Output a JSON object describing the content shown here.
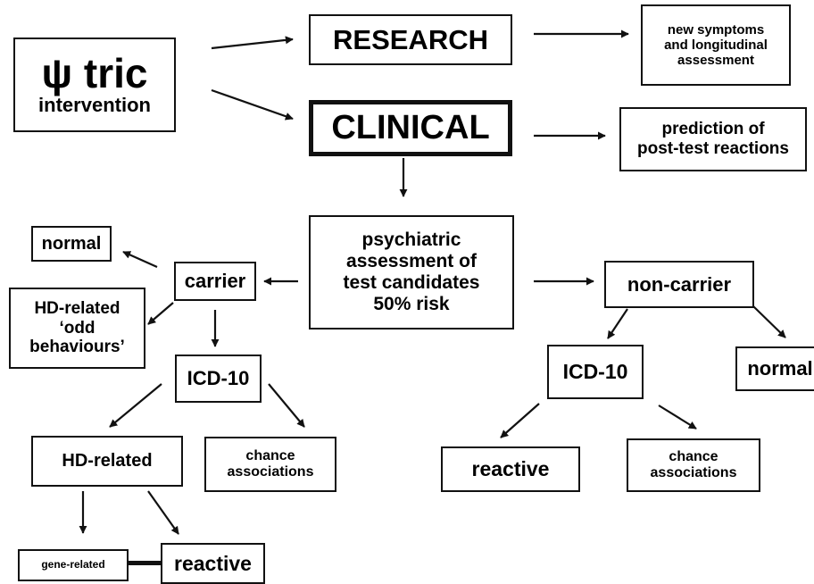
{
  "diagram": {
    "psi_box": {
      "line1": "ψ tric",
      "line2": "intervention"
    },
    "research": "RESEARCH",
    "new_symptoms": [
      "new symptoms",
      "and longitudinal",
      "assessment"
    ],
    "clinical": "CLINICAL",
    "prediction": [
      "prediction of",
      "post-test reactions"
    ],
    "psychiatric": [
      "psychiatric",
      "assessment of",
      "test candidates",
      "50% risk"
    ],
    "carrier_branch": {
      "normal": "normal",
      "carrier": "carrier",
      "hd_odd": [
        "HD-related",
        "‘odd",
        "behaviours’"
      ],
      "icd10": "ICD-10",
      "hd_related": "HD-related",
      "chance": [
        "chance",
        "associations"
      ],
      "gene_related": "gene-related",
      "reactive": "reactive"
    },
    "noncarrier_branch": {
      "noncarrier": "non-carrier",
      "icd10": "ICD-10",
      "normal": "normal",
      "reactive": "reactive",
      "chance": [
        "chance",
        "associations"
      ]
    }
  }
}
